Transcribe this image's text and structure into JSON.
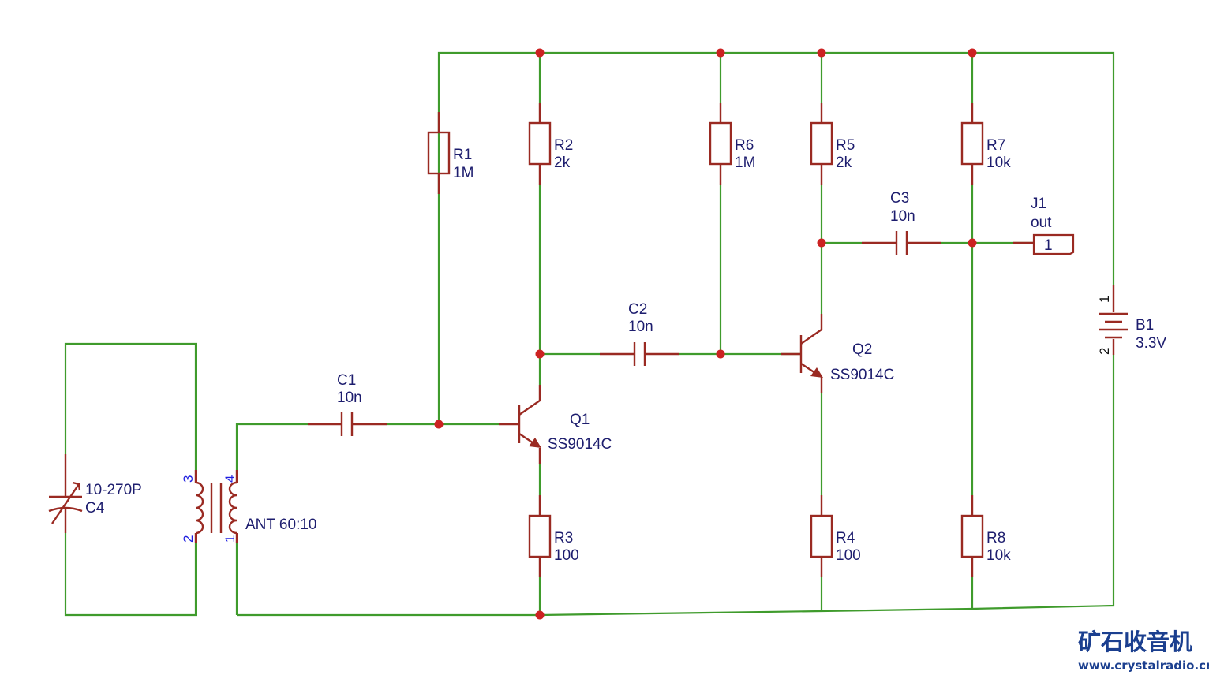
{
  "components": {
    "R1": {
      "name": "R1",
      "value": "1M"
    },
    "R2": {
      "name": "R2",
      "value": "2k"
    },
    "R3": {
      "name": "R3",
      "value": "100"
    },
    "R4": {
      "name": "R4",
      "value": "100"
    },
    "R5": {
      "name": "R5",
      "value": "2k"
    },
    "R6": {
      "name": "R6",
      "value": "1M"
    },
    "R7": {
      "name": "R7",
      "value": "10k"
    },
    "R8": {
      "name": "R8",
      "value": "10k"
    },
    "C1": {
      "name": "C1",
      "value": "10n"
    },
    "C2": {
      "name": "C2",
      "value": "10n"
    },
    "C3": {
      "name": "C3",
      "value": "10n"
    },
    "C4": {
      "name": "C4",
      "value": "10-270P"
    },
    "Q1": {
      "name": "Q1",
      "value": "SS9014C"
    },
    "Q2": {
      "name": "Q2",
      "value": "SS9014C"
    },
    "B1": {
      "name": "B1",
      "value": "3.3V",
      "pin_pos": "1",
      "pin_neg": "2"
    },
    "J1": {
      "name": "J1",
      "value": "out",
      "pin": "1"
    },
    "T1": {
      "label": "ANT 60:10",
      "pins": [
        "3",
        "2",
        "4",
        "1"
      ]
    }
  },
  "watermark": {
    "title": "矿石收音机",
    "url": "www.crystalradio.cn"
  },
  "colors": {
    "wire": "#3f9b2c",
    "component": "#9a2a22",
    "junction": "#cc2222",
    "label": "#1d1d6e",
    "pin_number": "#1e1ee0",
    "watermark": "#1b3f8f"
  }
}
